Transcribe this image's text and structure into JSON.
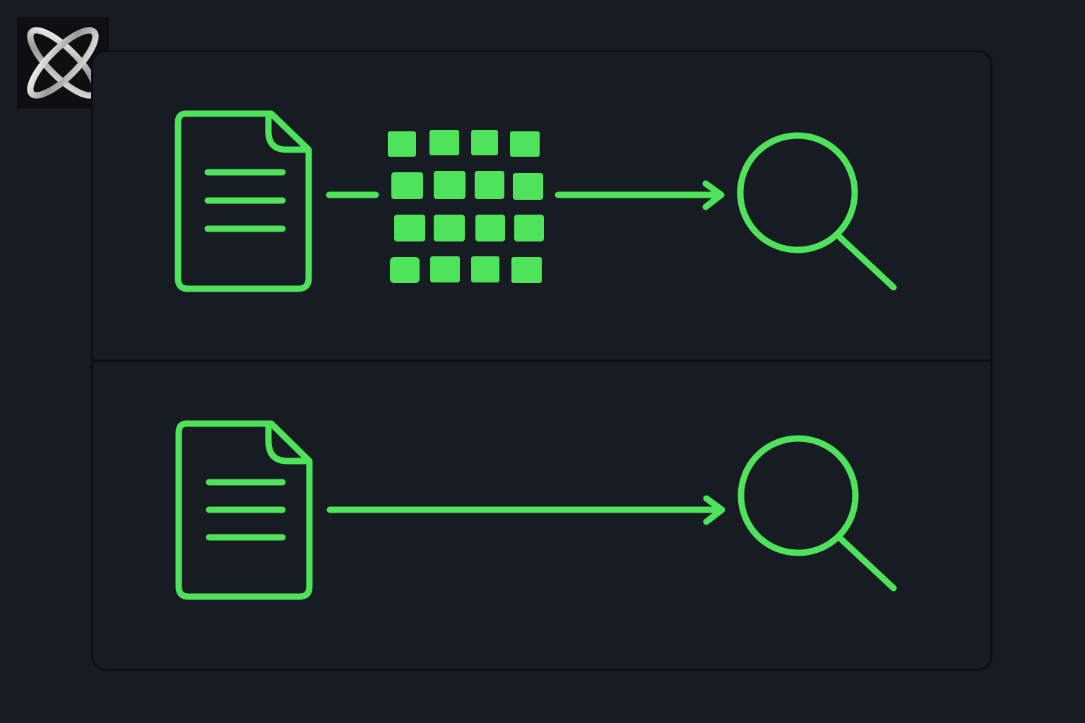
{
  "colors": {
    "background": "#171b22",
    "panel_border": "#0c0f13",
    "accent": "#4ee35a",
    "logo_bg": "#0e0f10",
    "logo_metal": "#d8d8d8"
  },
  "logo": {
    "icon": "x-orbit-logo-icon"
  },
  "diagram": {
    "rows": [
      {
        "icons": [
          "document-icon",
          "line-connector",
          "chunk-grid-icon",
          "arrow-right-icon",
          "search-icon"
        ],
        "grid": {
          "rows": 4,
          "cols": 4
        }
      },
      {
        "icons": [
          "document-icon",
          "arrow-right-icon",
          "search-icon"
        ]
      }
    ]
  }
}
